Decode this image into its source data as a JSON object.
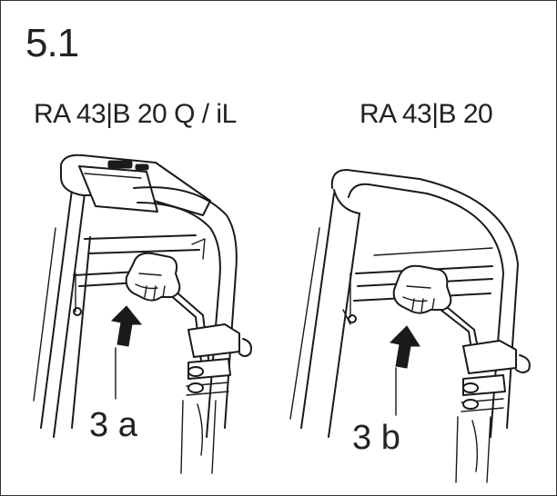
{
  "section": {
    "number": "5.1"
  },
  "variants": [
    {
      "model": "RA 43|B 20 Q / iL",
      "callout": "3 a"
    },
    {
      "model": "RA 43|B 20",
      "callout": "3 b"
    }
  ],
  "colors": {
    "line": "#1a1a1a",
    "background": "#ffffff"
  }
}
